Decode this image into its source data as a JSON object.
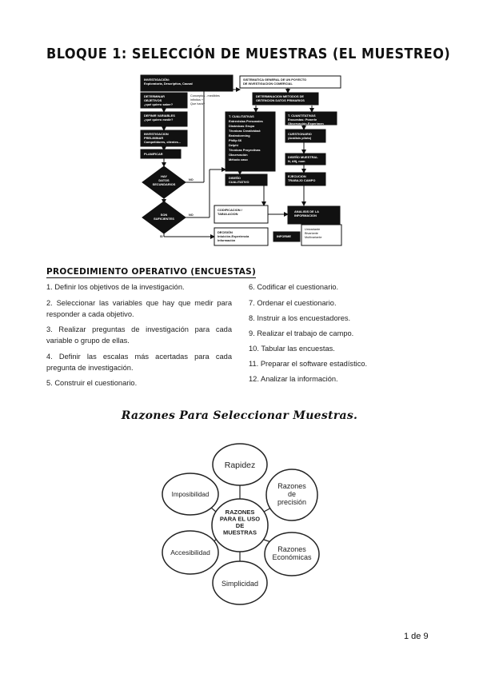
{
  "title": "BLOQUE 1: SELECCIÓN DE MUESTRAS (EL MUESTREO)",
  "flowchart": {
    "investigacion": [
      "INVESTIGACIÓN:",
      "Exploratoria, Descriptiva, Causal"
    ],
    "sistematica": [
      "SISTEMATICA GENERAL DE UN POYECTO",
      "DE INVESTIGACION COMERCIAL"
    ],
    "determinar": [
      "DETERMINAR",
      "OBJETIVOS",
      "¿qué quiero saber?"
    ],
    "conceptos": [
      "Conceptos - medibles",
      "infinitos +",
      "Que hará?"
    ],
    "metodos": [
      "DETERMINACION METODOS DE",
      "OBTENCION DATOS PRIMARIOS"
    ],
    "definir_var": [
      "DEFINIR VARIABLES",
      "¿qué quiero medir?"
    ],
    "investigacion_prel": [
      "INVESTIGACION",
      "PRELIMINAR",
      "Competidores, clientes..."
    ],
    "planificar": "PLANIFICAR",
    "cualitativas": [
      "T. CUALITATIVAS",
      "Entrevistas Personales",
      "Dinámicas Grupo",
      "Técnicas Creatividad:",
      "Brainstorming",
      "Philip 66",
      "Delphi",
      "Técnicas Proyectivas",
      "Observación",
      "Método caso"
    ],
    "cuantitativas": [
      "T. CUANTITATIVAS",
      "Encuestas: Ponerle",
      "Observación-Experimen"
    ],
    "cuestionario": [
      "CUESTIONARIO",
      "(Análisis piloto)"
    ],
    "diseno_muestral": [
      "DISEÑO MUESTRAL",
      "N, Afij, nom"
    ],
    "ejecucion": [
      "EJECUCION",
      "TRABAJO CAMPO"
    ],
    "diseno_cual": [
      "DISEÑO",
      "CUALITATIVO"
    ],
    "hay_datos": [
      "HAY",
      "DATOS",
      "SECUNDARIOS"
    ],
    "son_suficientes": [
      "SON",
      "SUFICIENTES"
    ],
    "no": "NO",
    "si": "SI",
    "codificacion": [
      "CODIFICACION /",
      "TABULACION"
    ],
    "analisis": [
      "ANALISIS DE LA",
      "INFORMACION"
    ],
    "decision": [
      "DECISIÓN",
      "Intuición-Experiencia",
      "Información"
    ],
    "informe": "INFORME",
    "univariante": [
      "Univariante",
      "Bivariante",
      "Multivariante"
    ]
  },
  "procedure": {
    "heading": "PROCEDIMIENTO OPERATIVO (ENCUESTAS)",
    "left": [
      "1. Definir los objetivos de la investigación.",
      "2. Seleccionar las variables que hay que medir para responder a cada objetivo.",
      "3. Realizar preguntas de investigación para cada variable o grupo de ellas.",
      "4. Definir las escalas más acertadas para cada pregunta de investigación.",
      "5. Construir el cuestionario."
    ],
    "right": [
      "6. Codificar el cuestionario.",
      "7. Ordenar el cuestionario.",
      "8. Instruir a los encuestadores.",
      "9. Realizar el trabajo de campo.",
      "10. Tabular las encuestas.",
      "11. Preparar el software estadístico.",
      "12. Analizar la información."
    ]
  },
  "reasons": {
    "title": "Razones Para Seleccionar Muestras.",
    "center": [
      "RAZONES",
      "PARA EL USO",
      "DE",
      "MUESTRAS"
    ],
    "rapidez": "Rapidez",
    "precision": [
      "Razones",
      "de",
      "precisión"
    ],
    "economicas": [
      "Razones",
      "Económicas"
    ],
    "simplicidad": "Simplicidad",
    "accesibilidad": "Accesibilidad",
    "imposibilidad": "Imposibilidad"
  },
  "page_number": "1 de 9"
}
